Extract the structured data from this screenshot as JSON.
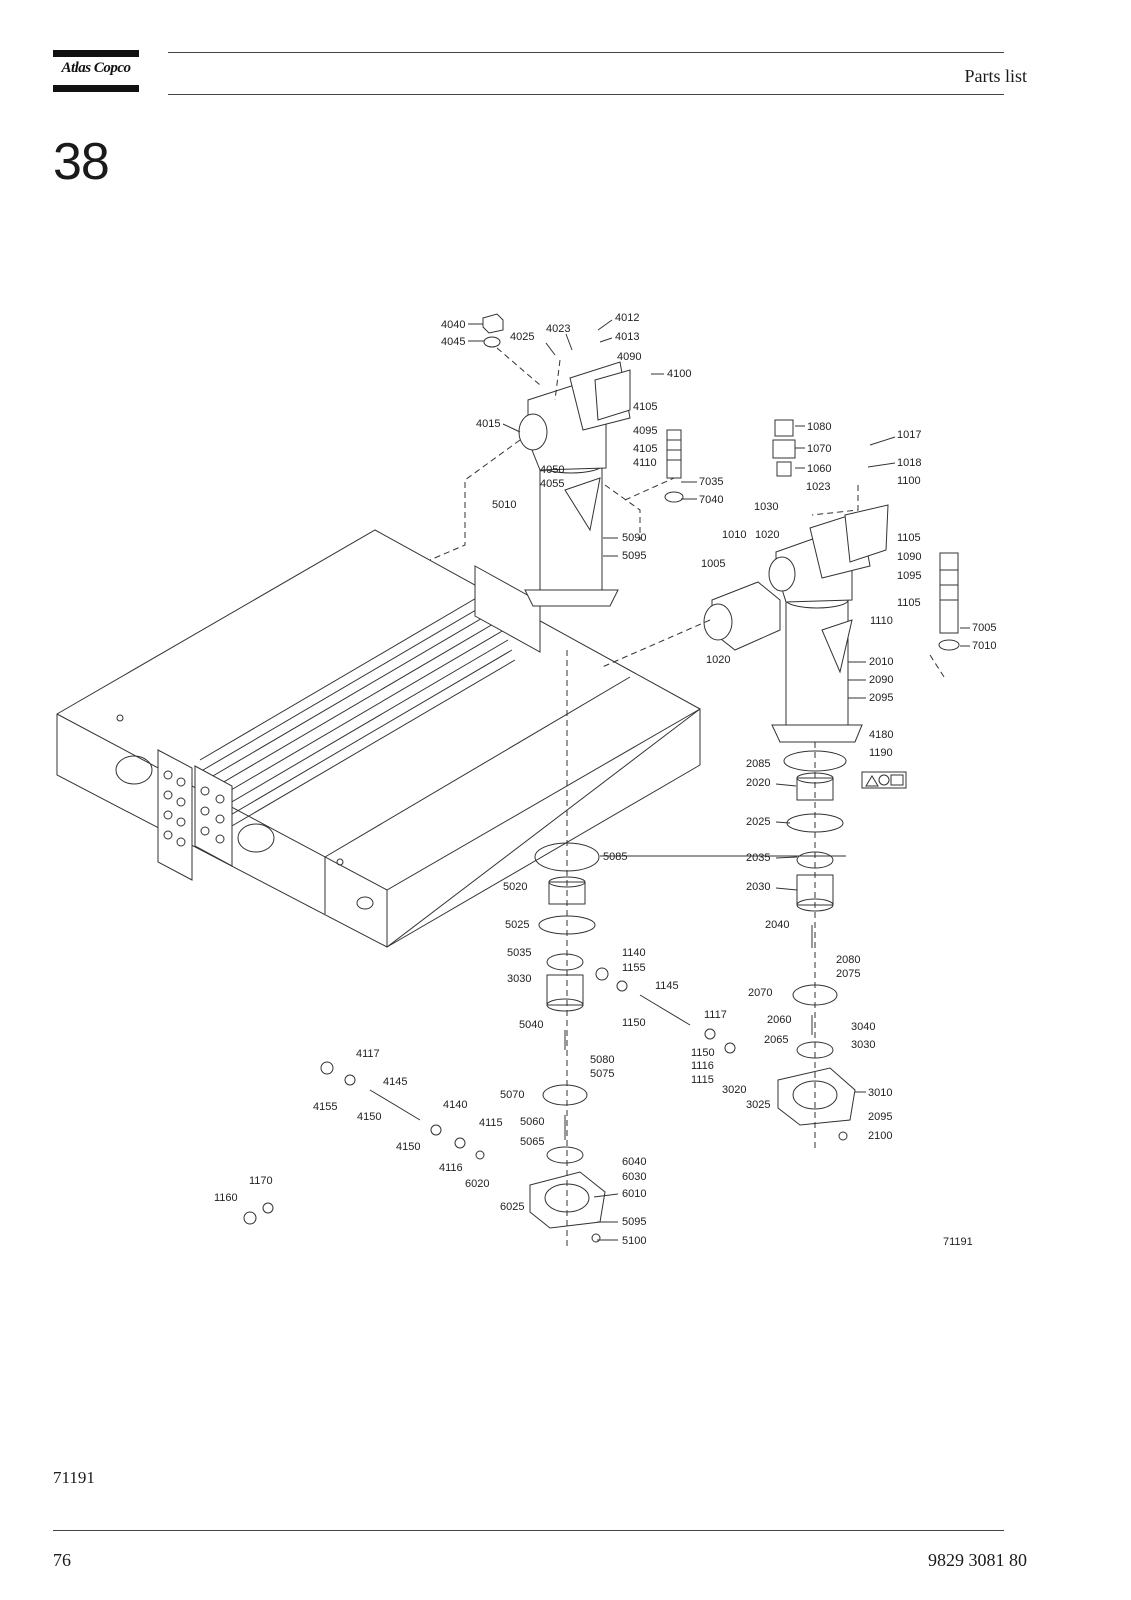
{
  "header": {
    "brand": "Atlas Copco",
    "section_title": "Parts list"
  },
  "chapter_number": "38",
  "figure_ref": "71191",
  "footer": {
    "page_number": "76",
    "document_number": "9829 3081 80"
  },
  "callouts": [
    {
      "id": "c4040",
      "text": "4040"
    },
    {
      "id": "c4045",
      "text": "4045"
    },
    {
      "id": "c4025",
      "text": "4025"
    },
    {
      "id": "c4023",
      "text": "4023"
    },
    {
      "id": "c4012",
      "text": "4012"
    },
    {
      "id": "c4013",
      "text": "4013"
    },
    {
      "id": "c4090",
      "text": "4090"
    },
    {
      "id": "c4100",
      "text": "4100"
    },
    {
      "id": "c4105a",
      "text": "4105"
    },
    {
      "id": "c4015",
      "text": "4015"
    },
    {
      "id": "c4095",
      "text": "4095"
    },
    {
      "id": "c4105b",
      "text": "4105"
    },
    {
      "id": "c4110",
      "text": "4110"
    },
    {
      "id": "c4050",
      "text": "4050"
    },
    {
      "id": "c4055",
      "text": "4055"
    },
    {
      "id": "c7035",
      "text": "7035"
    },
    {
      "id": "c7040",
      "text": "7040"
    },
    {
      "id": "c5010",
      "text": "5010"
    },
    {
      "id": "c5090",
      "text": "5090"
    },
    {
      "id": "c5095a",
      "text": "5095"
    },
    {
      "id": "c1080",
      "text": "1080"
    },
    {
      "id": "c1070",
      "text": "1070"
    },
    {
      "id": "c1060",
      "text": "1060"
    },
    {
      "id": "c1023",
      "text": "1023"
    },
    {
      "id": "c1017",
      "text": "1017"
    },
    {
      "id": "c1018",
      "text": "1018"
    },
    {
      "id": "c1100",
      "text": "1100"
    },
    {
      "id": "c1030",
      "text": "1030"
    },
    {
      "id": "c1105a",
      "text": "1105"
    },
    {
      "id": "c1010",
      "text": "1010"
    },
    {
      "id": "c1020a",
      "text": "1020"
    },
    {
      "id": "c1090",
      "text": "1090"
    },
    {
      "id": "c1095",
      "text": "1095"
    },
    {
      "id": "c1005",
      "text": "1005"
    },
    {
      "id": "c1105b",
      "text": "1105"
    },
    {
      "id": "c7005",
      "text": "7005"
    },
    {
      "id": "c7010",
      "text": "7010"
    },
    {
      "id": "c1110",
      "text": "1110"
    },
    {
      "id": "c1020b",
      "text": "1020"
    },
    {
      "id": "c2010",
      "text": "2010"
    },
    {
      "id": "c2090",
      "text": "2090"
    },
    {
      "id": "c2095a",
      "text": "2095"
    },
    {
      "id": "c4180",
      "text": "4180"
    },
    {
      "id": "c1190",
      "text": "1190"
    },
    {
      "id": "c2085",
      "text": "2085"
    },
    {
      "id": "c2020",
      "text": "2020"
    },
    {
      "id": "c2025",
      "text": "2025"
    },
    {
      "id": "c2035",
      "text": "2035"
    },
    {
      "id": "c2030",
      "text": "2030"
    },
    {
      "id": "c2040",
      "text": "2040"
    },
    {
      "id": "c2080",
      "text": "2080"
    },
    {
      "id": "c2075",
      "text": "2075"
    },
    {
      "id": "c2070",
      "text": "2070"
    },
    {
      "id": "c2060",
      "text": "2060"
    },
    {
      "id": "c3040",
      "text": "3040"
    },
    {
      "id": "c2065",
      "text": "2065"
    },
    {
      "id": "c3030b",
      "text": "3030"
    },
    {
      "id": "c3010",
      "text": "3010"
    },
    {
      "id": "c3020",
      "text": "3020"
    },
    {
      "id": "c3025",
      "text": "3025"
    },
    {
      "id": "c2095b",
      "text": "2095"
    },
    {
      "id": "c2100",
      "text": "2100"
    },
    {
      "id": "c5085",
      "text": "5085"
    },
    {
      "id": "c5020",
      "text": "5020"
    },
    {
      "id": "c5025",
      "text": "5025"
    },
    {
      "id": "c5035",
      "text": "5035"
    },
    {
      "id": "c3030a",
      "text": "3030"
    },
    {
      "id": "c1140",
      "text": "1140"
    },
    {
      "id": "c1155",
      "text": "1155"
    },
    {
      "id": "c1145",
      "text": "1145"
    },
    {
      "id": "c1150a",
      "text": "1150"
    },
    {
      "id": "c5040",
      "text": "5040"
    },
    {
      "id": "c1117a",
      "text": "1117"
    },
    {
      "id": "c1150b",
      "text": "1150"
    },
    {
      "id": "c1116",
      "text": "1116"
    },
    {
      "id": "c1115",
      "text": "1115"
    },
    {
      "id": "c5080",
      "text": "5080"
    },
    {
      "id": "c5075",
      "text": "5075"
    },
    {
      "id": "c5070",
      "text": "5070"
    },
    {
      "id": "c5060",
      "text": "5060"
    },
    {
      "id": "c5065",
      "text": "5065"
    },
    {
      "id": "c6040",
      "text": "6040"
    },
    {
      "id": "c6030",
      "text": "6030"
    },
    {
      "id": "c6010",
      "text": "6010"
    },
    {
      "id": "c6020",
      "text": "6020"
    },
    {
      "id": "c6025",
      "text": "6025"
    },
    {
      "id": "c5095b",
      "text": "5095"
    },
    {
      "id": "c5100",
      "text": "5100"
    },
    {
      "id": "c4117",
      "text": "4117"
    },
    {
      "id": "c4145",
      "text": "4145"
    },
    {
      "id": "c4155",
      "text": "4155"
    },
    {
      "id": "c4150a",
      "text": "4150"
    },
    {
      "id": "c4140",
      "text": "4140"
    },
    {
      "id": "c4115",
      "text": "4115"
    },
    {
      "id": "c4150b",
      "text": "4150"
    },
    {
      "id": "c4116",
      "text": "4116"
    },
    {
      "id": "c1170",
      "text": "1170"
    },
    {
      "id": "c1160",
      "text": "1160"
    },
    {
      "id": "cfig",
      "text": "71191"
    }
  ]
}
